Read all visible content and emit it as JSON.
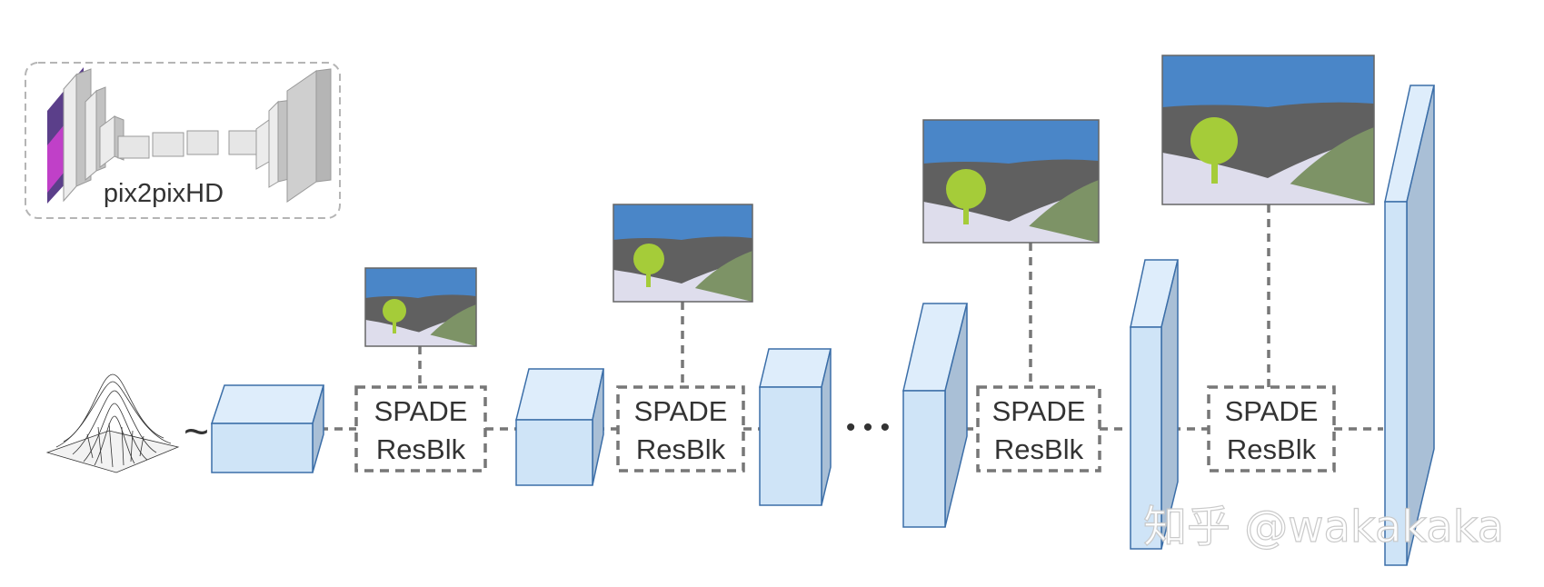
{
  "legend_box": {
    "label": "pix2pixHD"
  },
  "blocks": [
    {
      "line1": "SPADE",
      "line2": "ResBlk"
    },
    {
      "line1": "SPADE",
      "line2": "ResBlk"
    },
    {
      "line1": "SPADE",
      "line2": "ResBlk"
    },
    {
      "line1": "SPADE",
      "line2": "ResBlk"
    }
  ],
  "noise": {
    "tilde": "~"
  },
  "ellipsis": "• • •",
  "watermark": "知乎 @wakakaka",
  "colors": {
    "feature_front": "#cfe4f7",
    "feature_top": "#deedfb",
    "feature_side": "#a9bfd6",
    "feature_edge": "#3b6ea8",
    "sky": "#4a86c8",
    "ground": "#606060",
    "snow": "#deddec",
    "hill": "#7d9366",
    "tree": "#a5cc39",
    "dash": "#777777",
    "gray_block": "#d4d4d4"
  }
}
